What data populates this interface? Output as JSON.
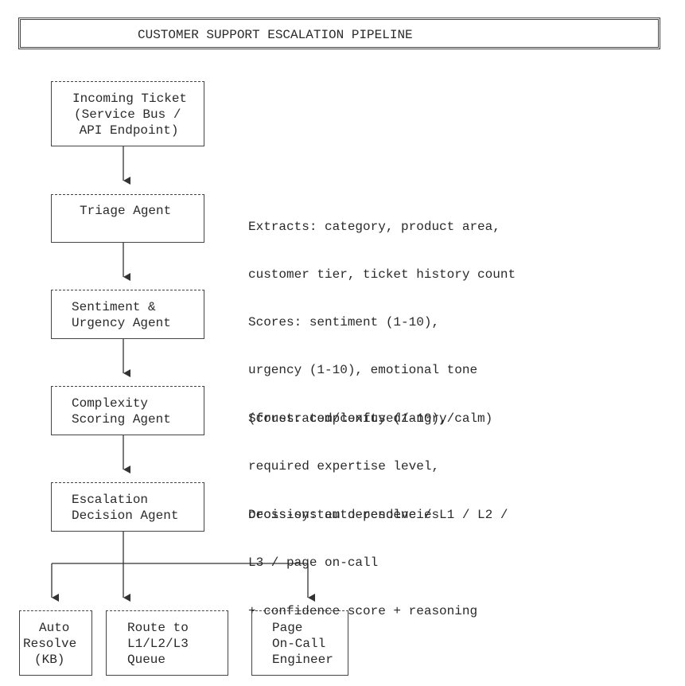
{
  "title": "CUSTOMER SUPPORT ESCALATION PIPELINE",
  "nodes": {
    "incoming": [
      "Incoming Ticket",
      "(Service Bus /",
      " API Endpoint)"
    ],
    "triage": [
      "Triage Agent"
    ],
    "sentiment": [
      "Sentiment &",
      "Urgency Agent"
    ],
    "complexity": [
      "Complexity",
      "Scoring Agent"
    ],
    "escalation": [
      "Escalation",
      "Decision Agent"
    ],
    "auto_resolve": [
      "Auto",
      "Resolve",
      "(KB)"
    ],
    "route": [
      "Route to",
      "L1/L2/L3",
      "Queue"
    ],
    "page": [
      "Page",
      "On-Call",
      "Engineer"
    ]
  },
  "notes": {
    "triage": [
      "Extracts: category, product area,",
      "customer tier, ticket history count"
    ],
    "sentiment": [
      "Scores: sentiment (1-10),",
      "urgency (1-10), emotional tone",
      "(frustrated/confused/angry/calm)"
    ],
    "complexity": [
      "Scores: complexity (1-10),",
      "required expertise level,",
      "cross-system dependencies"
    ],
    "escalation": [
      "Decision: auto-resolve / L1 / L2 /",
      "L3 / page on-call",
      "+ confidence score + reasoning"
    ]
  }
}
